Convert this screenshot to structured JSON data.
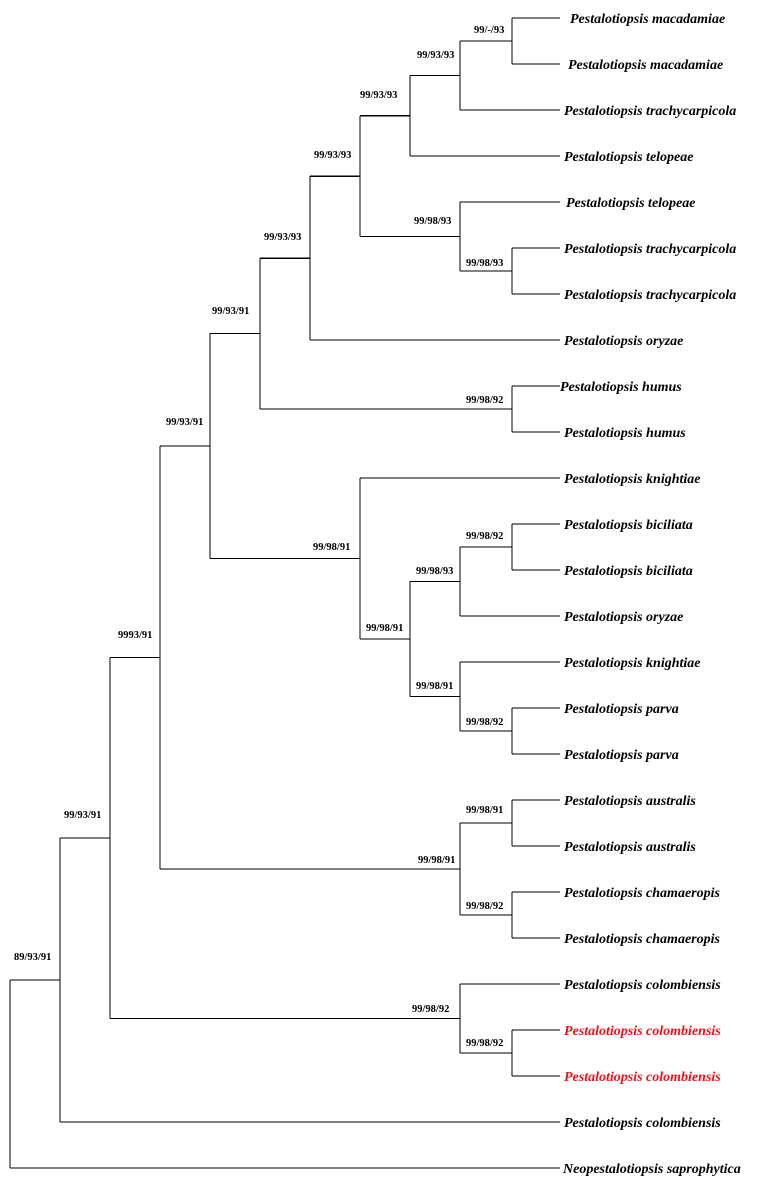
{
  "tree": {
    "tips": [
      {
        "label": "Pestalotiopsis macadamiae"
      },
      {
        "label": "Pestalotiopsis macadamiae"
      },
      {
        "label": "Pestalotiopsis trachycarpicola"
      },
      {
        "label": "Pestalotiopsis telopeae"
      },
      {
        "label": "Pestalotiopsis telopeae"
      },
      {
        "label": "Pestalotiopsis trachycarpicola"
      },
      {
        "label": "Pestalotiopsis trachycarpicola"
      },
      {
        "label": "Pestalotiopsis oryzae"
      },
      {
        "label": "Pestalotiopsis humus"
      },
      {
        "label": "Pestalotiopsis humus"
      },
      {
        "label": "Pestalotiopsis knightiae"
      },
      {
        "label": "Pestalotiopsis biciliata"
      },
      {
        "label": "Pestalotiopsis biciliata"
      },
      {
        "label": "Pestalotiopsis oryzae"
      },
      {
        "label": "Pestalotiopsis knightiae"
      },
      {
        "label": "Pestalotiopsis parva"
      },
      {
        "label": "Pestalotiopsis parva"
      },
      {
        "label": "Pestalotiopsis australis"
      },
      {
        "label": "Pestalotiopsis australis"
      },
      {
        "label": "Pestalotiopsis chamaeropis"
      },
      {
        "label": "Pestalotiopsis chamaeropis"
      },
      {
        "label": "Pestalotiopsis colombiensis"
      },
      {
        "label": "Pestalotiopsis colombiensis",
        "highlight": true
      },
      {
        "label": "Pestalotiopsis colombiensis",
        "highlight": true
      },
      {
        "label": "Pestalotiopsis colombiensis"
      },
      {
        "label": "Neopestalotiopsis saprophytica"
      }
    ],
    "support_values": {
      "n1": "99/-/93",
      "n2": "99/93/93",
      "n3": "99/93/93",
      "n4": "99/98/93",
      "n5": "99/98/93",
      "n6": "99/93/93",
      "n7": "99/93/93",
      "n8": "99/98/92",
      "n9": "99/93/91",
      "n10": "99/98/92",
      "n11": "99/98/93",
      "n12": "99/98/92",
      "n13": "99/98/91",
      "n14": "99/98/91",
      "n15": "99/98/91",
      "n16": "99/93/91",
      "n17": "99/98/91",
      "n18": "99/98/92",
      "n19": "99/98/91",
      "n20": "9993/91",
      "n21": "99/98/92",
      "n22": "99/98/92",
      "n23": "99/93/91",
      "n24": "89/93/91"
    },
    "colors": {
      "branch": "#000000",
      "label": "#000000",
      "highlight": "#e8141c"
    }
  }
}
